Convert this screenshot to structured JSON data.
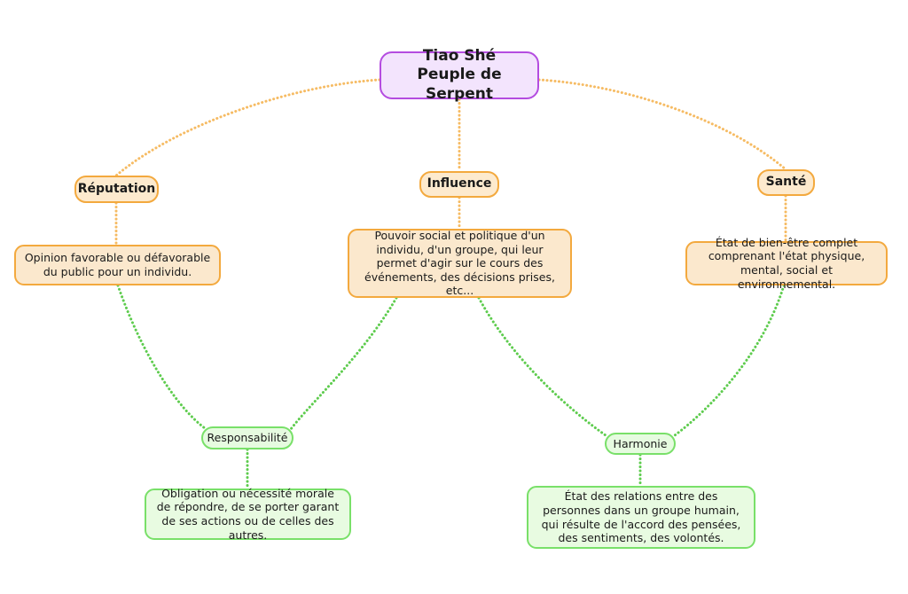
{
  "diagram": {
    "type": "mind-map",
    "background": "#ffffff",
    "colors": {
      "root_fill": "#f3e4fd",
      "root_border": "#b44ce0",
      "topic_fill": "#fdeace",
      "topic_border": "#f3a93e",
      "sub_fill": "#e6fbe0",
      "sub_border": "#79e069",
      "edge_orange": "#f6bb63",
      "edge_green": "#5ecc4e",
      "text": "#1a1a1a"
    },
    "root": {
      "label": "Tiao Shé\nPeuple de Serpent"
    },
    "topics": [
      {
        "id": "reputation",
        "label": "Réputation",
        "description": "Opinion favorable ou défavorable du public pour un individu."
      },
      {
        "id": "influence",
        "label": "Influence",
        "description": "Pouvoir social et politique d'un individu, d'un groupe, qui leur permet d'agir sur le cours des événements, des décisions prises, etc..."
      },
      {
        "id": "sante",
        "label": "Santé",
        "description": "État de bien-être complet comprenant l'état physique, mental, social et environnemental."
      }
    ],
    "subtopics": [
      {
        "id": "responsabilite",
        "label": "Responsabilité",
        "description": "Obligation ou nécessité morale de répondre, de se porter garant de ses actions ou de celles des autres."
      },
      {
        "id": "harmonie",
        "label": "Harmonie",
        "description": "État des relations entre des personnes dans un groupe humain, qui résulte de l'accord des pensées, des sentiments, des volontés."
      }
    ]
  }
}
